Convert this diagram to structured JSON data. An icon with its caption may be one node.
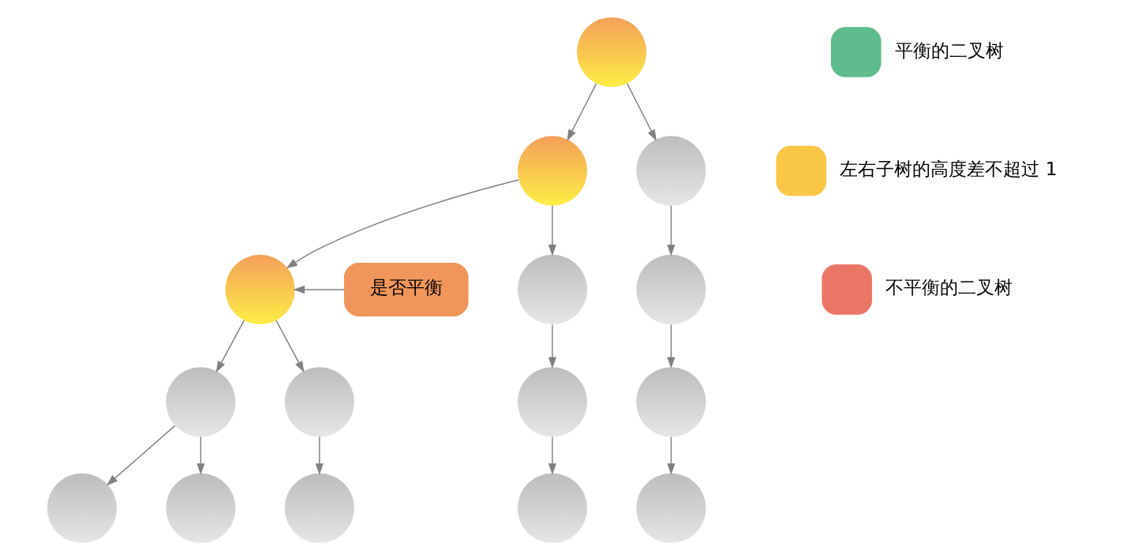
{
  "diagram": {
    "nodes": [
      {
        "text": [],
        "shape": "circle"
      },
      {
        "text": [],
        "shape": "circle"
      },
      {
        "text": [],
        "shape": "circle"
      },
      {
        "text": [
          "是否平衡"
        ]
      },
      {
        "text": [],
        "shape": "circle"
      },
      {
        "text": [],
        "shape": "circle"
      },
      {
        "text": [],
        "shape": "circle"
      },
      {
        "text": [],
        "shape": "circle"
      },
      {
        "text": [],
        "shape": "circle"
      },
      {
        "text": [],
        "shape": "circle"
      },
      {
        "text": [],
        "shape": "circle"
      },
      {
        "text": [],
        "shape": "circle"
      },
      {
        "text": [],
        "shape": "circle"
      },
      {
        "text": [],
        "shape": "circle"
      },
      {
        "text": [],
        "shape": "circle"
      },
      {
        "text": [],
        "shape": "circle"
      }
    ],
    "edges": [
      {
        "from": 0,
        "to": 1,
        "arrow": "to"
      },
      {
        "from": 0,
        "to": 2,
        "arrow": "to"
      },
      {
        "from": 3,
        "to": 4,
        "arrow": "to"
      },
      {
        "from": 1,
        "to": 4,
        "arrow": "to"
      },
      {
        "from": 1,
        "to": 5,
        "arrow": "to"
      },
      {
        "from": 2,
        "to": 6,
        "arrow": "to"
      },
      {
        "from": 4,
        "to": 7,
        "arrow": "to"
      },
      {
        "from": 4,
        "to": 8,
        "arrow": "to"
      },
      {
        "from": 5,
        "to": 9,
        "arrow": "to"
      },
      {
        "from": 6,
        "to": 10,
        "arrow": "to"
      },
      {
        "from": 7,
        "to": 11,
        "arrow": "to"
      },
      {
        "from": 7,
        "to": 12,
        "arrow": "to"
      },
      {
        "from": 8,
        "to": 13,
        "arrow": "to"
      },
      {
        "from": 9,
        "to": 14,
        "arrow": "to"
      },
      {
        "from": 10,
        "to": 15,
        "arrow": "to"
      }
    ],
    "legend": [
      {
        "text": "平衡的二叉树",
        "color": "#5dbb8c"
      },
      {
        "text": "左右子树的高度差不超过 1",
        "color": "#f9c646"
      },
      {
        "text": "不平衡的二叉树",
        "color": "#ea7766"
      }
    ]
  }
}
